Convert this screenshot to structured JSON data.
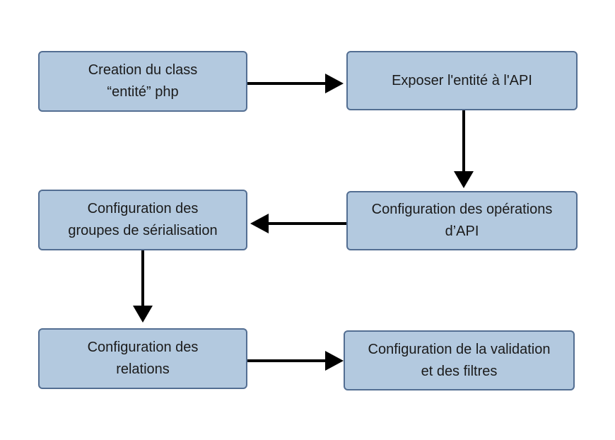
{
  "diagram": {
    "nodes": [
      {
        "id": "n1",
        "label": "Creation du class\n“entité” php"
      },
      {
        "id": "n2",
        "label": "Exposer l'entité à l'API"
      },
      {
        "id": "n3",
        "label": "Configuration des opérations\nd’API"
      },
      {
        "id": "n4",
        "label": "Configuration des\ngroupes de sérialisation"
      },
      {
        "id": "n5",
        "label": "Configuration des\nrelations"
      },
      {
        "id": "n6",
        "label": "Configuration de la validation\net des filtres"
      }
    ],
    "edges": [
      {
        "from": "n1",
        "to": "n2"
      },
      {
        "from": "n2",
        "to": "n3"
      },
      {
        "from": "n3",
        "to": "n4"
      },
      {
        "from": "n4",
        "to": "n5"
      },
      {
        "from": "n5",
        "to": "n6"
      }
    ],
    "colors": {
      "node_fill": "#b3c9df",
      "node_border": "#536e92",
      "edge": "#000000"
    }
  }
}
